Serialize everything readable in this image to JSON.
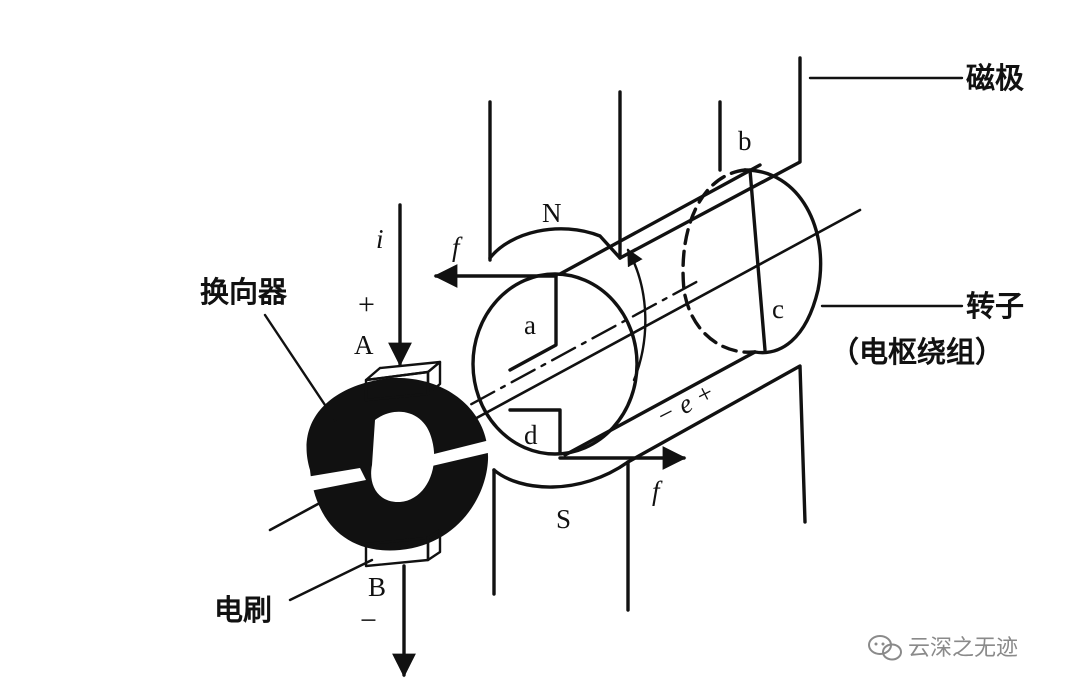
{
  "labels": {
    "magnetic_pole": "磁极",
    "rotor": "转子",
    "armature_winding": "（电枢绕组）",
    "commutator": "换向器",
    "brush": "电刷",
    "pole_n": "N",
    "pole_s": "S",
    "conductor_a": "a",
    "conductor_b": "b",
    "conductor_c": "c",
    "conductor_d": "d",
    "brush_a": "A",
    "brush_b": "B",
    "plus": "+",
    "minus": "−",
    "current": "i",
    "force_top": "f",
    "force_bottom": "f",
    "emf": "− e +"
  },
  "watermark": "云深之无迹",
  "colors": {
    "ink": "#111111",
    "watermark": "#8a8a8a"
  },
  "icons": {
    "watermark": "wechat-icon"
  }
}
